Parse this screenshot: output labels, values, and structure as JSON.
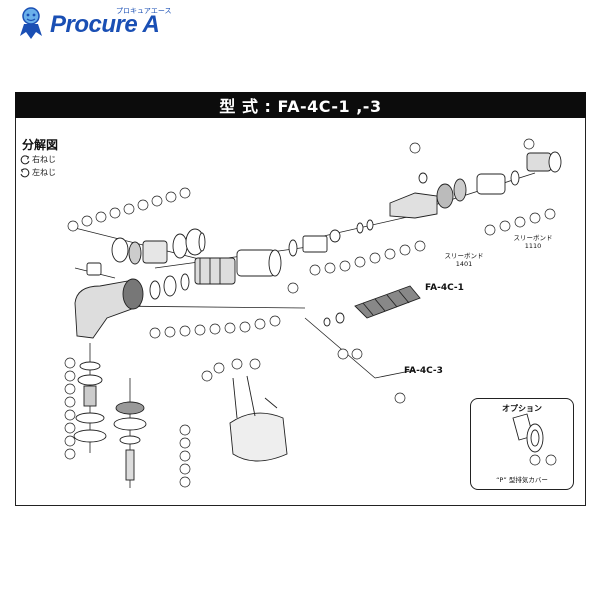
{
  "brand": {
    "name": "Procure A",
    "tagline": "プロキュアエース",
    "color": "#1a4fb4"
  },
  "header": {
    "title": "型 式 : FA-4C-1 ,-3"
  },
  "section": {
    "title": "分解図"
  },
  "legend": {
    "right_thread": "右ねじ",
    "left_thread": "左ねじ"
  },
  "model_labels": {
    "fa4c1": "FA-4C-1",
    "fa4c3": "FA-4C-3"
  },
  "notes": {
    "threebond_1401": "スリーボンド\n1401",
    "threebond_1110": "スリーボンド\n1110"
  },
  "option": {
    "title": "オプション",
    "caption": "“P” 型排気カバー"
  },
  "colors": {
    "title_bar_bg": "#0c0c0c",
    "title_bar_text": "#ffffff",
    "line": "#222222"
  }
}
